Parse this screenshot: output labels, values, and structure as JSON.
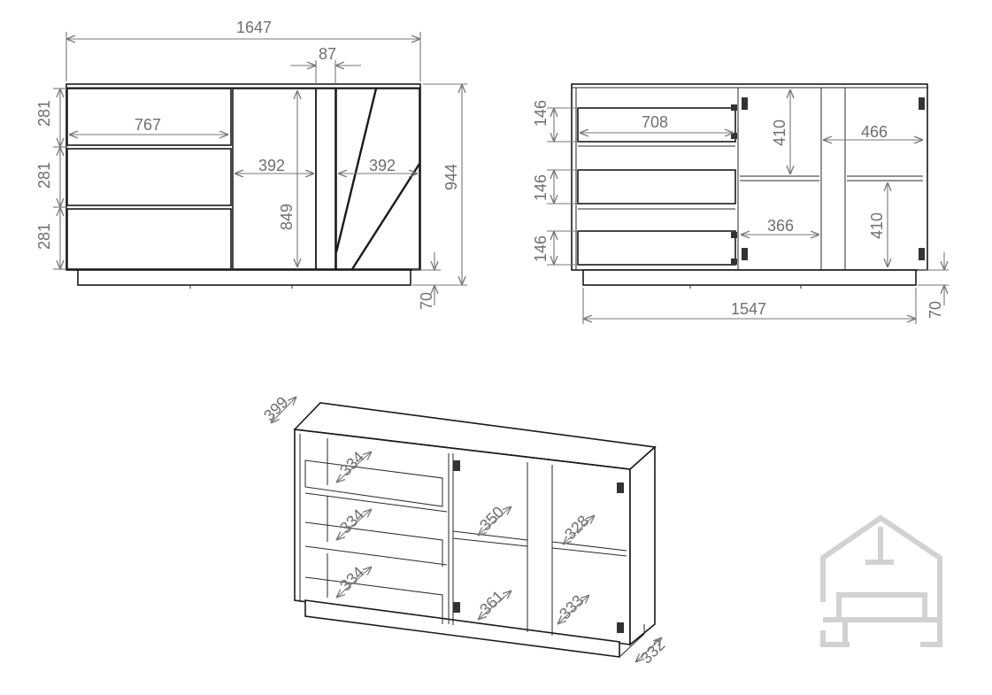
{
  "front_view": {
    "total_width": "1647",
    "gap_width": "87",
    "drawer_height_1": "281",
    "drawer_height_2": "281",
    "drawer_height_3": "281",
    "drawer_width": "767",
    "door_width_left": "392",
    "door_width_right": "392",
    "door_height": "849",
    "total_height": "944",
    "plinth_height": "70"
  },
  "back_view": {
    "drawer_height_1": "146",
    "drawer_height_2": "146",
    "drawer_height_3": "146",
    "drawer_inner_width": "708",
    "shelf_height_top": "410",
    "shelf_height_bottom": "410",
    "compartment_width_right": "466",
    "compartment_width_center": "366",
    "base_width": "1547",
    "plinth_height": "70"
  },
  "perspective_view": {
    "depth": "399",
    "drawer_depth_1": "334",
    "drawer_depth_2": "334",
    "drawer_depth_3": "334",
    "shelf_depth_center_top": "350",
    "shelf_depth_center_bottom": "361",
    "shelf_depth_right_top": "328",
    "shelf_depth_right_bottom": "333",
    "base_depth": "332"
  },
  "watermark": {
    "icon": "house-sofa-logo-icon",
    "color": "#d2d2d2"
  }
}
